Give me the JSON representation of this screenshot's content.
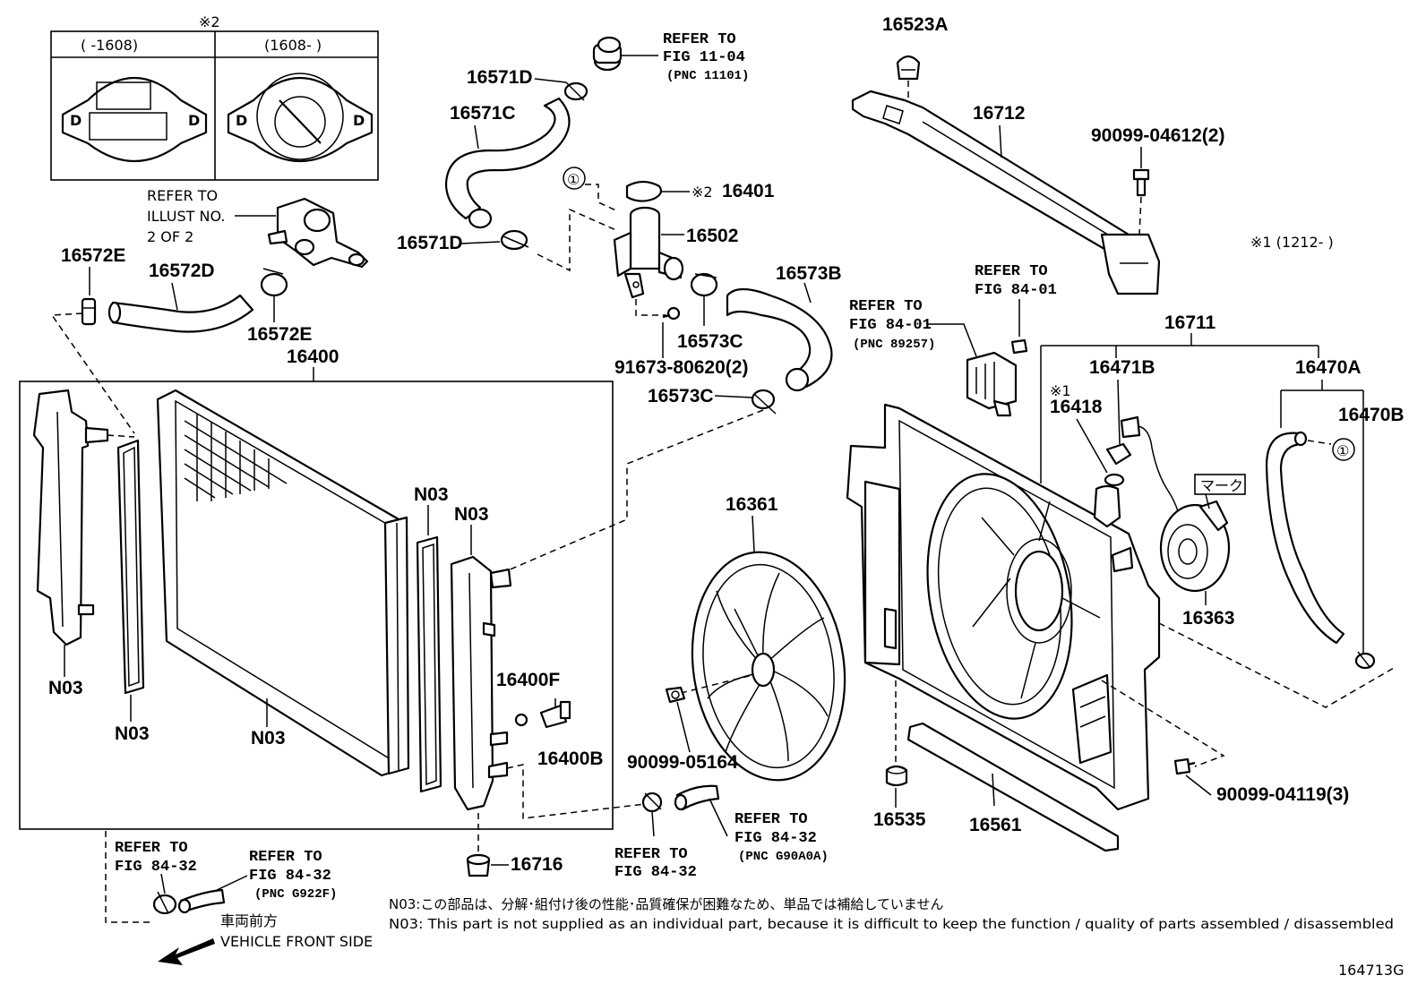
{
  "parts": {
    "p16523A": "16523A",
    "p16712": "16712",
    "p90099_04612": "90099-04612(2)",
    "p16571D_top": "16571D",
    "p16571C": "16571C",
    "p16401": "16401",
    "p16502": "16502",
    "p16571D_mid": "16571D",
    "p16572E_left": "16572E",
    "p16572D": "16572D",
    "p16572E_right": "16572E",
    "p16573B": "16573B",
    "p16573C_a": "16573C",
    "p16573C_b": "16573C",
    "p91673": "91673-80620(2)",
    "p16400": "16400",
    "p16711": "16711",
    "p16471B": "16471B",
    "p16418": "16418",
    "p16470A": "16470A",
    "p16470B": "16470B",
    "p16361": "16361",
    "p16363": "16363",
    "p16400F": "16400F",
    "p16400B": "16400B",
    "p90099_05164": "90099-05164",
    "p90099_04119": "90099-04119(3)",
    "p16535": "16535",
    "p16561": "16561",
    "p16716": "16716",
    "n03_1": "N03",
    "n03_2": "N03",
    "n03_3": "N03",
    "n03_4": "N03",
    "n03_5": "N03"
  },
  "refs": {
    "refer_to": "REFER TO",
    "fig_11_04": "FIG 11-04",
    "pnc_11101": "(PNC 11101)",
    "illust_no": "ILLUST NO.",
    "two_of_two": "2 OF 2",
    "fig_84_01": "FIG 84-01",
    "pnc_89257": "(PNC 89257)",
    "fig_84_32": "FIG 84-32",
    "pnc_g90a0a": "(PNC G90A0A)",
    "pnc_g922f": "(PNC G922F)"
  },
  "inset": {
    "marker": "※2",
    "col_left": "(    -1608)",
    "col_right": "(1608-     )"
  },
  "marks": {
    "circle_one": "①",
    "note_x2": "※2",
    "note_x1_date": "※1 (1212-     )",
    "note_x1": "※1",
    "mark_label": "マーク"
  },
  "notes": {
    "jp": "N03:この部品は、分解･組付け後の性能･品質確保が困難なため、単品では補給していません",
    "en": "N03: This part is not supplied as an individual part, because it is difficult to keep the function / quality of parts assembled / disassembled",
    "front_jp": "車両前方",
    "front_en": "VEHICLE FRONT SIDE",
    "fig_code": "164713G"
  }
}
